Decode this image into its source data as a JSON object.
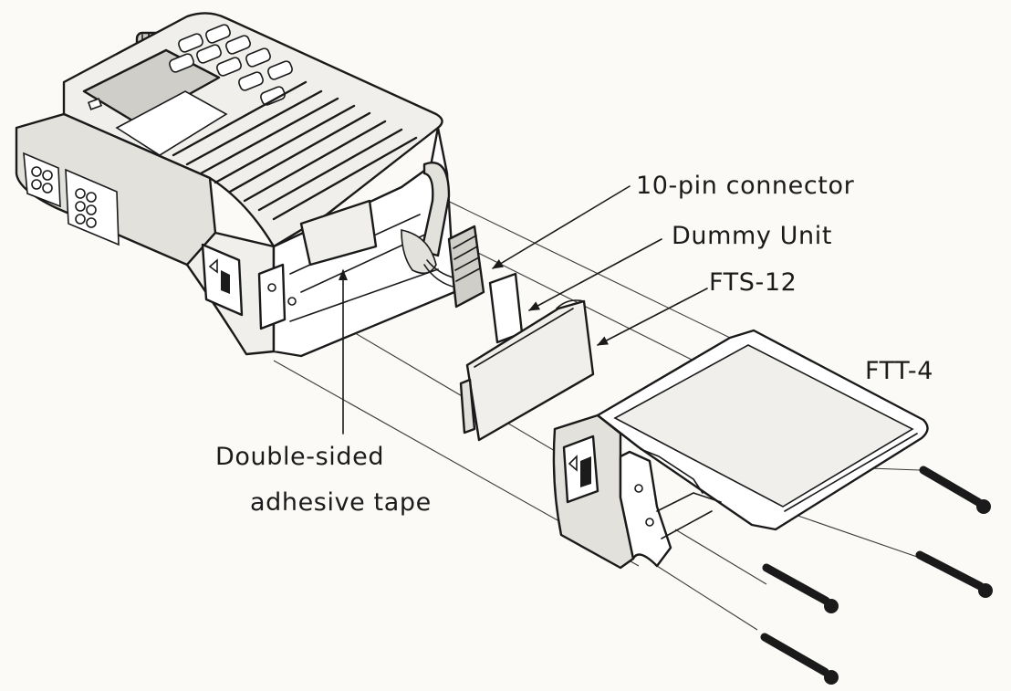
{
  "labels": {
    "connector": "10-pin connector",
    "dummy": "Dummy Unit",
    "fts": "FTS-12",
    "ftt": "FTT-4",
    "tape_line1": "Double-sided",
    "tape_line2": "adhesive tape"
  }
}
